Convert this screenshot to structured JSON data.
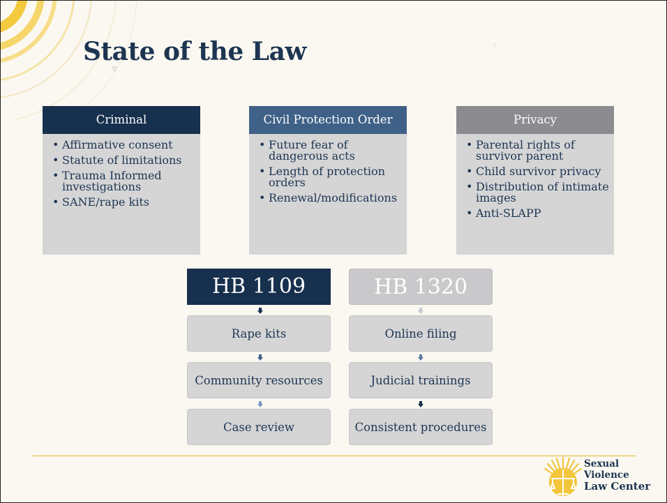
{
  "slide": {
    "title": "State of the Law",
    "page_number": "7"
  },
  "cards": [
    {
      "title": "Criminal",
      "header_color": "#16304d",
      "items": [
        "Affirmative consent",
        "Statute of limitations",
        "Trauma Informed investigations",
        "SANE/rape kits"
      ]
    },
    {
      "title": "Civil Protection Order",
      "header_color": "#3f6187",
      "items": [
        "Future fear of dangerous acts",
        "Length of protection orders",
        "Renewal/modifications"
      ]
    },
    {
      "title": "Privacy",
      "header_color": "#8c8c90",
      "items": [
        "Parental rights of survivor parent",
        "Child survivor privacy",
        "Distribution of intimate images",
        "Anti-SLAPP"
      ]
    }
  ],
  "flows": [
    {
      "title": "HB 1109",
      "header_bg": "#16304d",
      "header_fg": "#ffffff",
      "steps": [
        "Rape kits",
        "Community resources",
        "Case review"
      ],
      "arrow_colors": [
        "#16304d",
        "#3f6187",
        "#7f99bd"
      ]
    },
    {
      "title": "HB 1320",
      "header_bg": "#c9c9cb",
      "header_fg": "#ffffff",
      "steps": [
        "Online filing",
        "Judicial trainings",
        "Consistent procedures"
      ],
      "arrow_colors": [
        "#c4c9d3",
        "#5c7ba3",
        "#16304d"
      ]
    }
  ],
  "footer": {
    "logo_line1": "Sexual",
    "logo_line2": "Violence",
    "logo_line3": "Law Center",
    "rule_color": "#e6b424"
  },
  "colors": {
    "navy": "#16304d",
    "accent_yellow": "#f2c53a"
  }
}
